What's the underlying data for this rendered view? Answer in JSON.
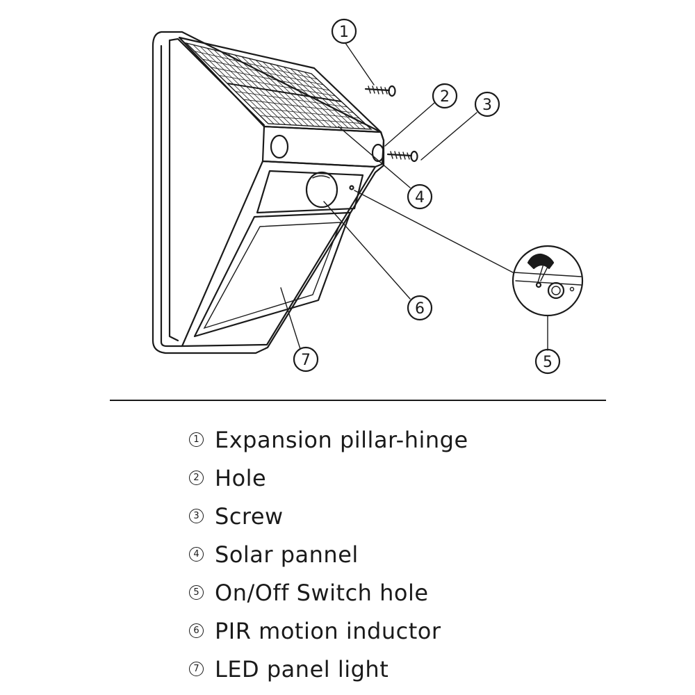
{
  "callouts": [
    {
      "number": "1"
    },
    {
      "number": "2"
    },
    {
      "number": "3"
    },
    {
      "number": "4"
    },
    {
      "number": "5"
    },
    {
      "number": "6"
    },
    {
      "number": "7"
    }
  ],
  "legend": [
    {
      "number": "1",
      "label": "Expansion pillar-hinge"
    },
    {
      "number": "2",
      "label": "Hole"
    },
    {
      "number": "3",
      "label": "Screw"
    },
    {
      "number": "4",
      "label": "Solar pannel"
    },
    {
      "number": "5",
      "label": "On/Off Switch hole"
    },
    {
      "number": "6",
      "label": "PIR motion inductor"
    },
    {
      "number": "7",
      "label": "LED panel light"
    }
  ]
}
